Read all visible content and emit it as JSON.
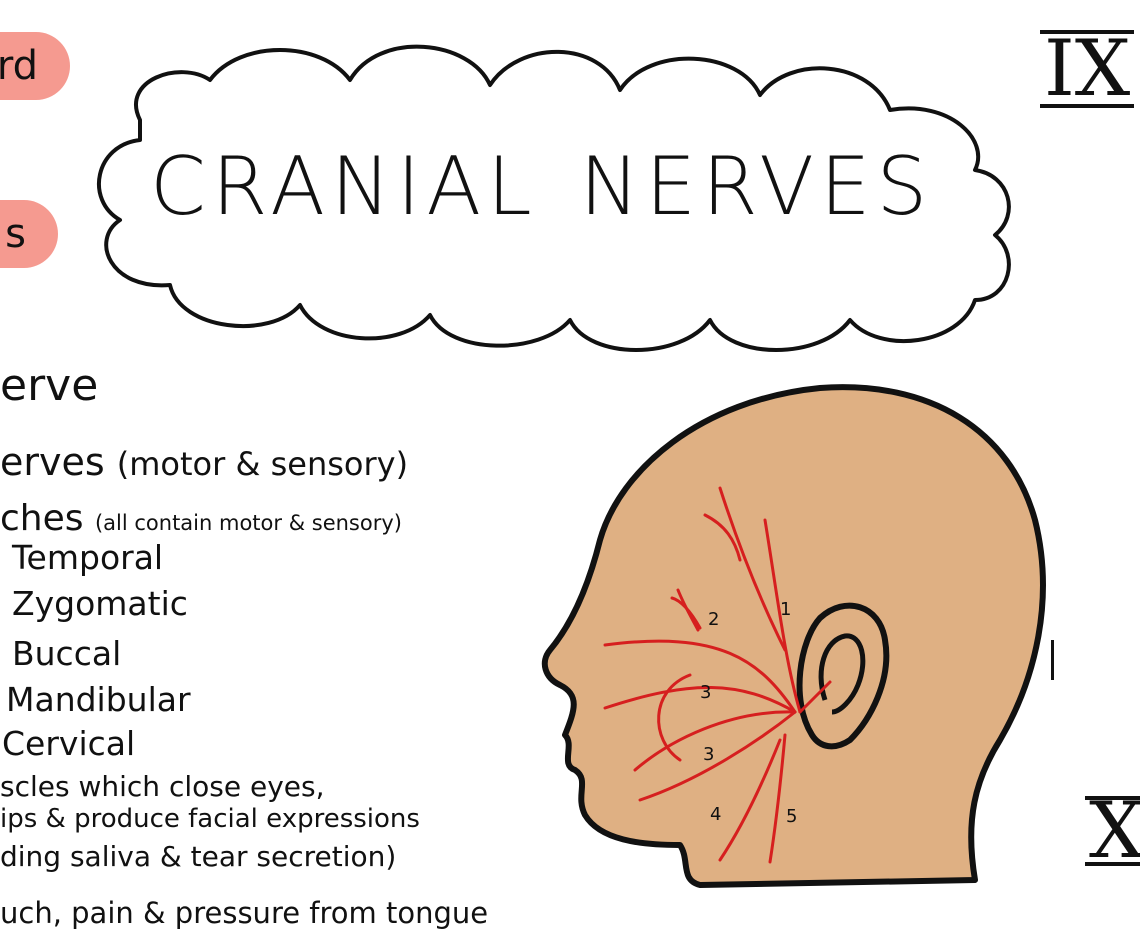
{
  "tags": [
    "rd",
    "s"
  ],
  "title": {
    "word1": "CRANIAL",
    "word2": "NERVES"
  },
  "roman_numerals": {
    "top": "IX",
    "bottom": "X"
  },
  "notes": {
    "heading": "erve",
    "line_nerves": "erves",
    "line_nerves_paren": "(motor & sensory)",
    "line_branches": "ches",
    "line_branches_paren": "(all contain motor & sensory)",
    "branches": [
      "Temporal",
      "Zygomatic",
      "Buccal",
      "Mandibular",
      "Cervical"
    ],
    "function_lines": [
      "scles which close eyes,",
      "ips & produce facial expressions",
      "ding saliva & tear secretion)"
    ],
    "last_line": "uch, pain & pressure from tongue"
  },
  "diagram": {
    "branch_labels": [
      "1",
      "2",
      "3",
      "3",
      "4",
      "5"
    ],
    "colors": {
      "skin": "#dfb083",
      "nerve": "#d61f1f",
      "outline": "#111111",
      "tag": "#f59a90"
    }
  }
}
